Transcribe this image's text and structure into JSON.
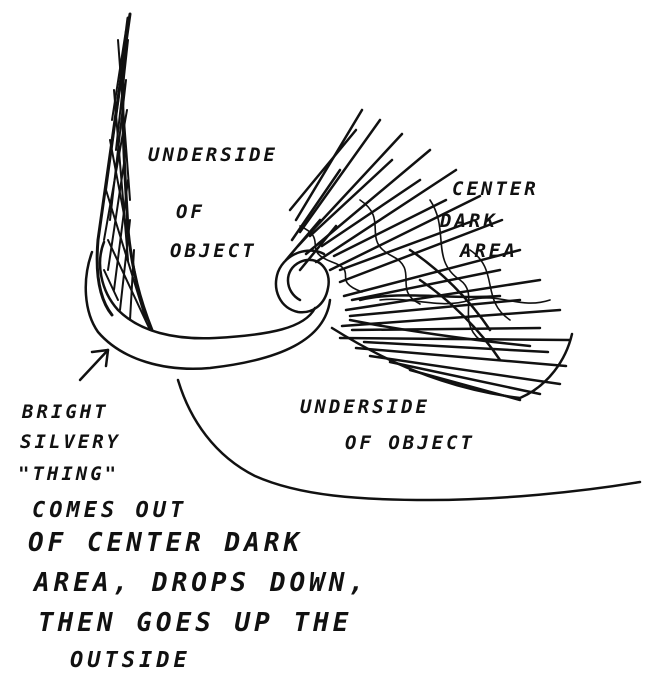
{
  "diagram": {
    "labels": {
      "underside_top": [
        "UNDERSIDE",
        "OF",
        "OBJECT"
      ],
      "center_area": [
        "CENTER",
        "DARK",
        "AREA"
      ],
      "underside_bottom": [
        "UNDERSIDE",
        "OF OBJECT"
      ],
      "bright_thing": [
        "BRIGHT",
        "SILVERY",
        "\"THING\""
      ],
      "caption": [
        "COMES OUT",
        "OF CENTER DARK",
        "AREA, DROPS DOWN,",
        "THEN GOES UP THE",
        "OUTSIDE"
      ]
    },
    "ink_color": "#111111",
    "paper_color": "#ffffff"
  }
}
